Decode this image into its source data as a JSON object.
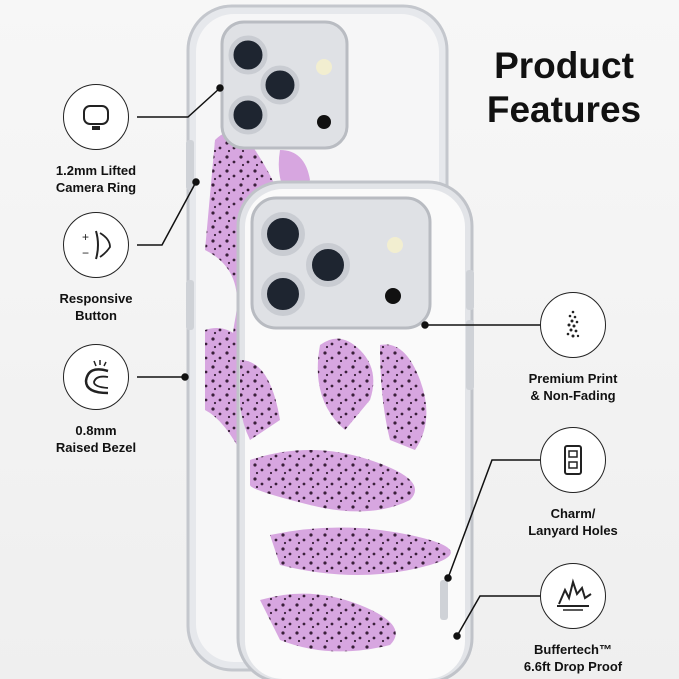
{
  "title": {
    "line1": "Product",
    "line2": "Features"
  },
  "features": {
    "camera_ring": {
      "line1": "1.2mm Lifted",
      "line2": "Camera Ring",
      "icon": "camera-ring-icon"
    },
    "button": {
      "line1": "Responsive",
      "line2": "Button",
      "icon": "button-press-icon"
    },
    "bezel": {
      "line1": "0.8mm",
      "line2": "Raised Bezel",
      "icon": "raised-bezel-icon"
    },
    "print": {
      "line1": "Premium Print",
      "line2": "& Non-Fading",
      "icon": "print-dots-icon"
    },
    "holes": {
      "line1": "Charm/",
      "line2": "Lanyard Holes",
      "icon": "lanyard-hole-icon"
    },
    "drop": {
      "line1": "Buffertech™",
      "line2": "6.6ft Drop Proof",
      "icon": "impact-icon"
    }
  },
  "colors": {
    "case_frame": "#d9dbe0",
    "leopard": "#d7a6e0",
    "spots": "#3a1f3a",
    "lens": "#1e2530"
  }
}
